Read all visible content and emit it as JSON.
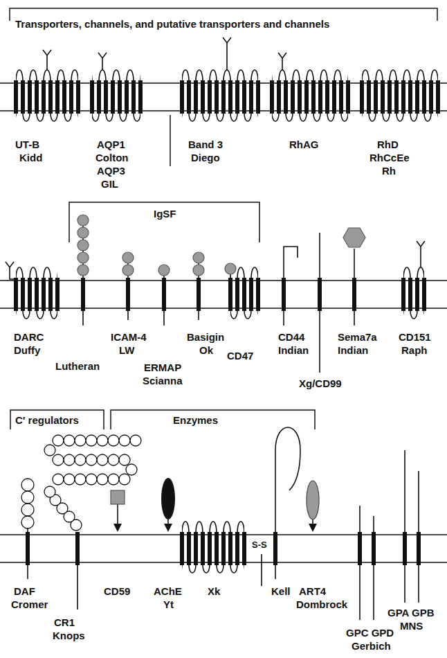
{
  "diagram": {
    "labels": [
      "Transporters, channels, and putative transporters and channels",
      "UT-B",
      "Kidd",
      "AQP1",
      "Colton",
      "AQP3",
      "GIL",
      "Band 3",
      "Diego",
      "RhAG",
      "RhD",
      "RhCcEe",
      "Rh",
      "IgSF",
      "DARC",
      "Duffy",
      "Lutheran",
      "ICAM-4",
      "LW",
      "ERMAP",
      "Scianna",
      "Basigin",
      "Ok",
      "CD47",
      "CD44",
      "Indian",
      "Xg/CD99",
      "Sema7a",
      "Indian",
      "CD151",
      "Raph",
      "C′ regulators",
      "Enzymes",
      "DAF",
      "Cromer",
      "CR1",
      "Knops",
      "CD59",
      "AChE",
      "Yt",
      "Xk",
      "S-S",
      "Kell",
      "ART4",
      "Dombrock",
      "GPC GPD",
      "Gerbich",
      "GPA GPB",
      "MNS"
    ]
  }
}
